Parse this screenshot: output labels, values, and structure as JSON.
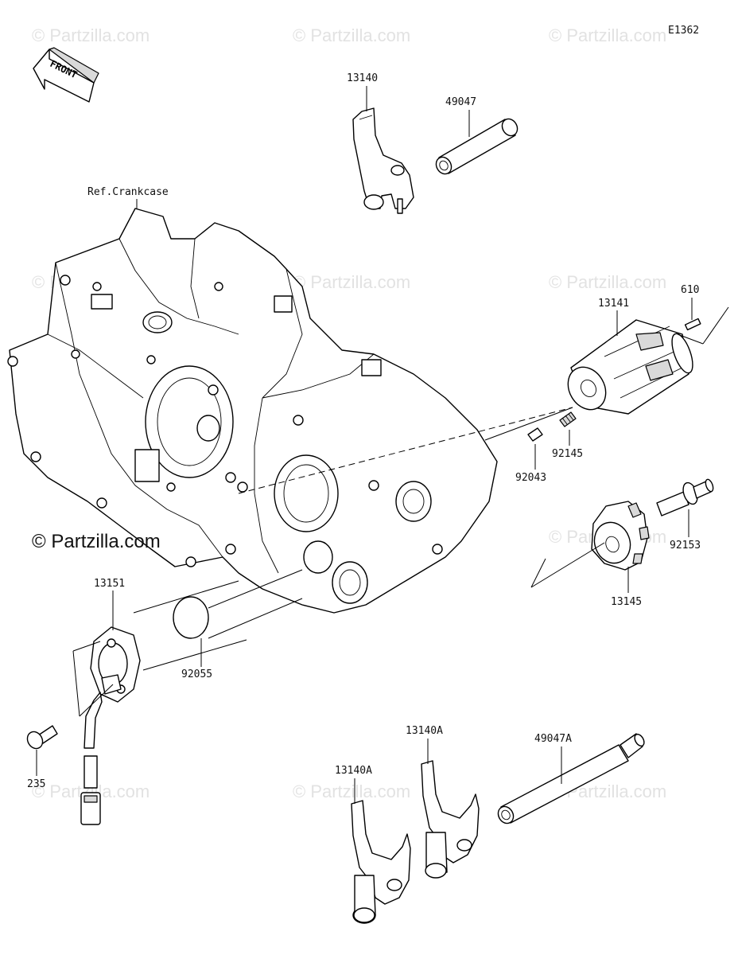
{
  "diagram": {
    "code": "E1362",
    "front_label": "FRONT",
    "ref_label": "Ref.Crankcase",
    "brand_main": "© Partzilla.com",
    "watermark": "© Partzilla.com"
  },
  "parts": [
    {
      "id": "13140"
    },
    {
      "id": "49047"
    },
    {
      "id": "13141"
    },
    {
      "id": "610"
    },
    {
      "id": "92145"
    },
    {
      "id": "92043"
    },
    {
      "id": "92153"
    },
    {
      "id": "13145"
    },
    {
      "id": "13151"
    },
    {
      "id": "92055"
    },
    {
      "id": "235"
    },
    {
      "id": "13140A"
    },
    {
      "id": "13140A"
    },
    {
      "id": "49047A"
    }
  ]
}
